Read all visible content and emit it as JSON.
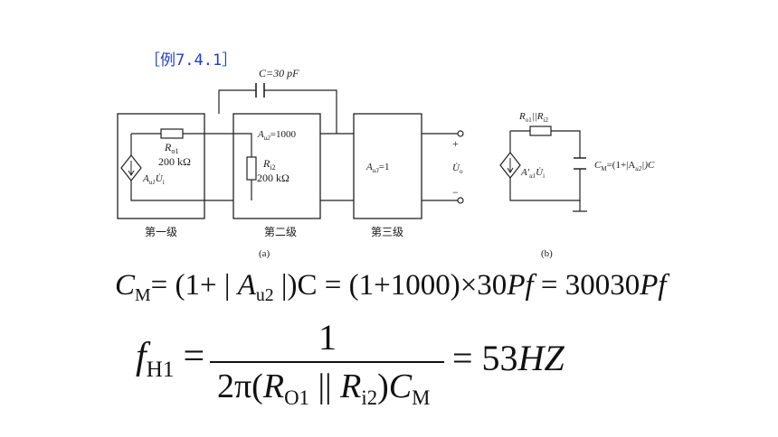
{
  "example_label": "［例7.4.1］",
  "fig_a": {
    "cap_label": "C=30 pF",
    "stage1": {
      "ro_label": "R",
      "ro_sub": "o1",
      "ro_value": "200 kΩ",
      "source_label": "A",
      "source_sub": "u1",
      "source_tail": "U̇",
      "source_tail_sub": "i",
      "name": "第一级"
    },
    "stage2": {
      "gain_label": "A",
      "gain_sub": "u2",
      "gain_value": "=1000",
      "ri_label": "R",
      "ri_sub": "i2",
      "ri_value": "200 kΩ",
      "name": "第二级"
    },
    "stage3": {
      "gain_label": "A",
      "gain_sub": "u3",
      "gain_value": "=1",
      "name": "第三级"
    },
    "out_plus": "+",
    "out_minus": "−",
    "out_label": "U̇",
    "out_sub": "o",
    "caption": "(a)"
  },
  "fig_b": {
    "r_label": "R",
    "r_sub1": "o1",
    "r_sep": "||R",
    "r_sub2": "i2",
    "source_label": "A′",
    "source_sub": "u1",
    "source_tail": "U̇",
    "source_tail_sub": "i",
    "cm_label": "C",
    "cm_sub": "M",
    "cm_eq": "=(1+|A",
    "cm_sub2": "u2",
    "cm_tail": "|)C",
    "caption": "(b)"
  },
  "formula1": {
    "lhs": "C",
    "lhs_sub": "M",
    "t1": "= (1+ | ",
    "a": "A",
    "a_sub": "u2",
    "t2": " |)C = (1+1000)×30",
    "unit1": "Pf",
    "t3": " = 30030",
    "unit2": "Pf"
  },
  "formula2": {
    "lhs": "f",
    "lhs_sub": "H1",
    "eq": "=",
    "numerator": "1",
    "den_2pi": "2π(",
    "den_r1": "R",
    "den_r1_sub": "O1",
    "den_par": " || ",
    "den_r2": "R",
    "den_r2_sub": "i2",
    "den_close": ")",
    "den_c": "C",
    "den_c_sub": "M",
    "rhs": "= 53",
    "rhs_unit": "HZ"
  }
}
